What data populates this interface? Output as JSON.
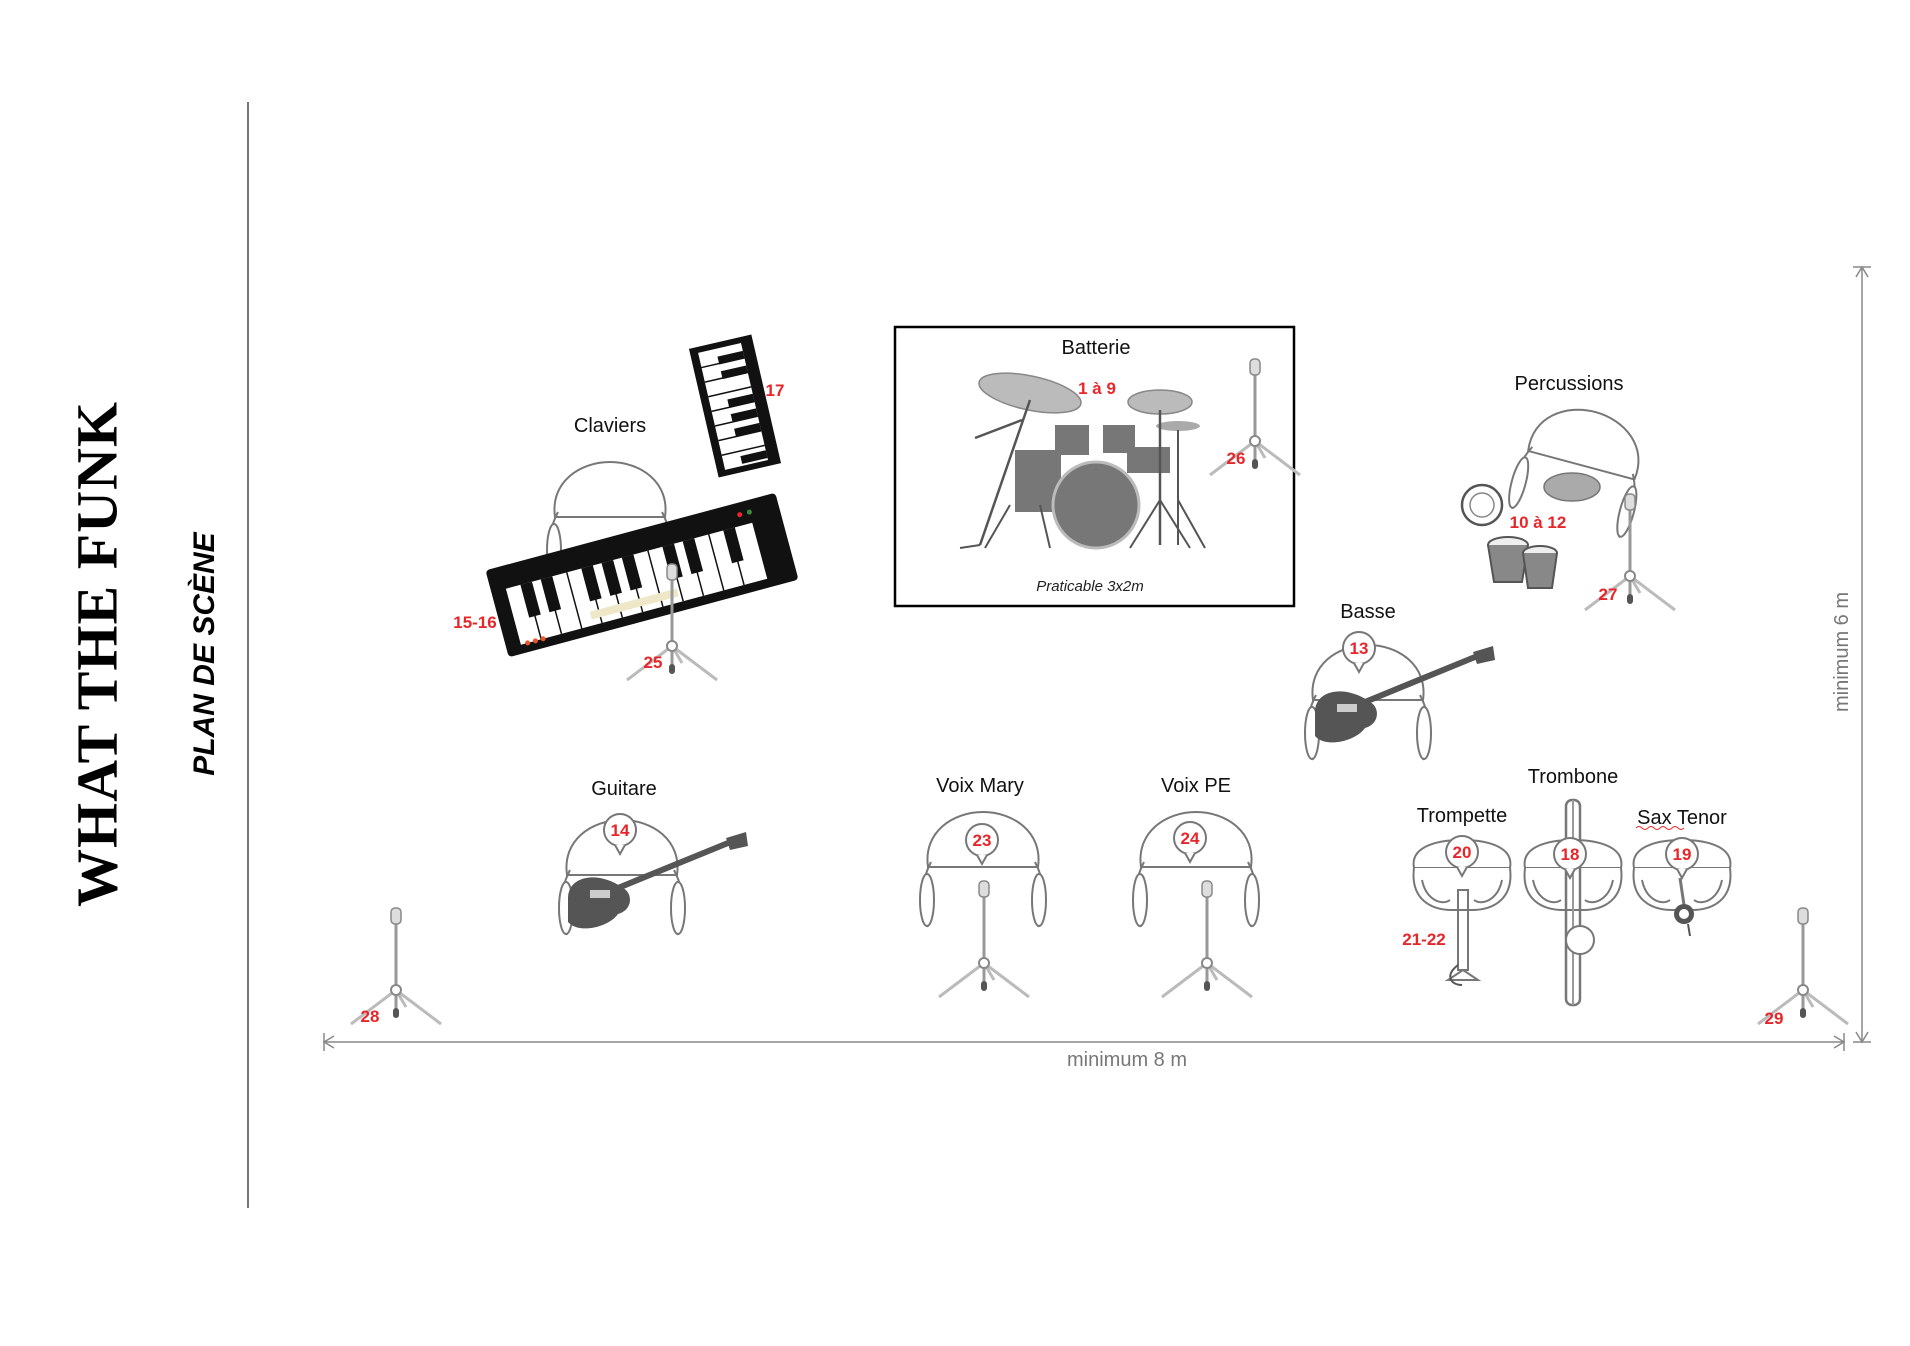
{
  "title": "WHAT THE FUNK",
  "subtitle": "PLAN DE SCÈNE",
  "dimensions": {
    "width": "minimum 8 m",
    "depth": "minimum 6 m"
  },
  "drum_riser": {
    "label": "Batterie",
    "inputs": "1 à 9",
    "note": "Praticable 3x2m"
  },
  "instruments": {
    "keys": {
      "label": "Claviers",
      "inputs": "15-16",
      "aux_keyboard": "17",
      "mic": "25"
    },
    "drum_mic": "26",
    "percussion": {
      "label": "Percussions",
      "inputs": "10 à 12",
      "mic": "27"
    },
    "bass": {
      "label": "Basse",
      "input": "13"
    },
    "guitar": {
      "label": "Guitare",
      "input": "14"
    },
    "voice_mary": {
      "label": "Voix Mary",
      "input": "23"
    },
    "voice_pe": {
      "label": "Voix PE",
      "input": "24"
    },
    "trombone": {
      "label": "Trombone",
      "input": "18"
    },
    "trumpet": {
      "label": "Trompette",
      "input": "20",
      "aux": "21-22"
    },
    "sax": {
      "label": "Sax Tenor",
      "input": "19"
    }
  },
  "ambient_mics": {
    "left": "28",
    "right": "29"
  },
  "colors": {
    "number": "#e8262a",
    "line": "#777777",
    "figure": "#555555"
  }
}
